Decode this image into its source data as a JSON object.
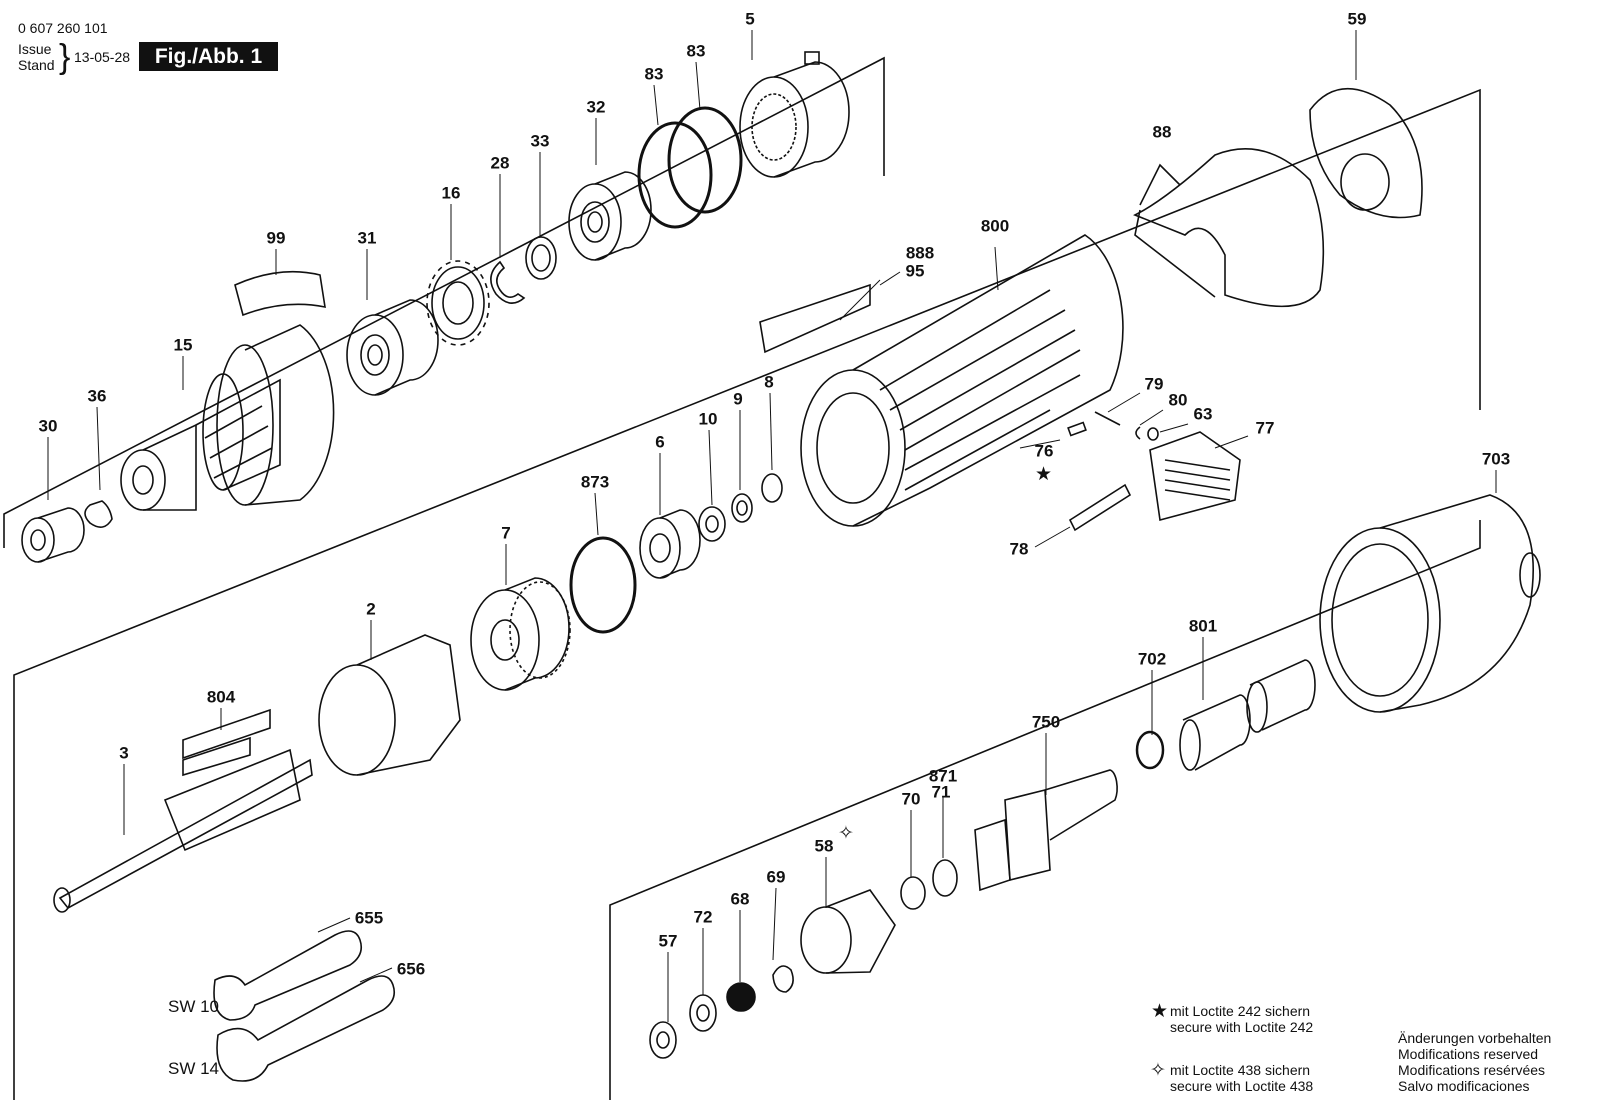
{
  "header": {
    "doc_number": "0 607 260 101",
    "issue_label": "Issue",
    "stand_label": "Stand",
    "issue_date": "13-05-28",
    "figure_label": "Fig./Abb. 1"
  },
  "parts": [
    "5",
    "59",
    "83",
    "83",
    "32",
    "33",
    "28",
    "16",
    "99",
    "31",
    "88",
    "800",
    "888",
    "95",
    "15",
    "36",
    "30",
    "79",
    "80",
    "63",
    "77",
    "76",
    "8",
    "9",
    "10",
    "6",
    "873",
    "7",
    "2",
    "78",
    "703",
    "804",
    "3",
    "801",
    "702",
    "750",
    "871",
    "71",
    "70",
    "58",
    "69",
    "68",
    "72",
    "57",
    "655",
    "656"
  ],
  "wrench_labels": {
    "sw10": "SW 10",
    "sw14": "SW 14"
  },
  "notes": {
    "star_de": "mit Loctite 242 sichern",
    "star_en": "secure with Loctite 242",
    "open_star_de": "mit Loctite 438 sichern",
    "open_star_en": "secure with Loctite 438",
    "mod_de": "Änderungen vorbehalten",
    "mod_en": "Modifications reserved",
    "mod_fr": "Modifications resérvées",
    "mod_es": "Salvo modificaciones"
  },
  "symbols": {
    "solid_star": "★",
    "open_star": "✧"
  }
}
